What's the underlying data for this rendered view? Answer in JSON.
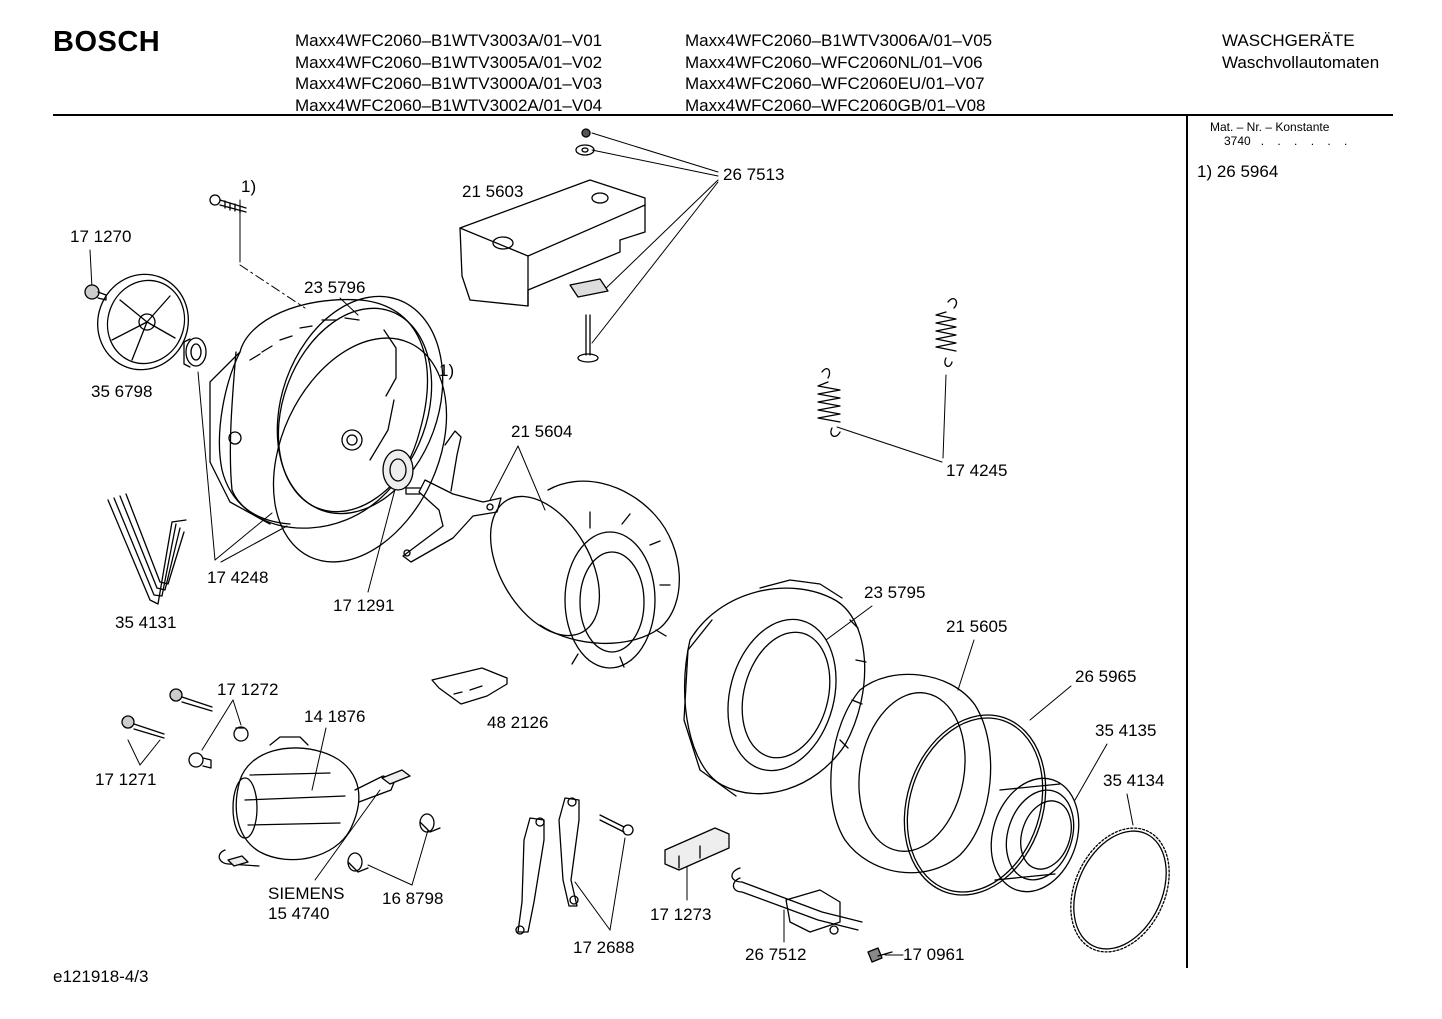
{
  "header": {
    "brand": "BOSCH",
    "models_col1": [
      "Maxx4WFC2060–B1WTV3003A/01–V01",
      "Maxx4WFC2060–B1WTV3005A/01–V02",
      "Maxx4WFC2060–B1WTV3000A/01–V03",
      "Maxx4WFC2060–B1WTV3002A/01–V04"
    ],
    "models_col2": [
      "Maxx4WFC2060–B1WTV3006A/01–V05",
      "Maxx4WFC2060–WFC2060NL/01–V06",
      "Maxx4WFC2060–WFC2060EU/01–V07",
      "Maxx4WFC2060–WFC2060GB/01–V08"
    ],
    "category": "WASCHGERÄTE",
    "subcategory": "Waschvollautomaten"
  },
  "sidebar": {
    "mat_label": "Mat. – Nr. – Konstante",
    "mat_value": "3740",
    "mat_dots": ". . . . . .",
    "note": "1)  26 5964"
  },
  "footer": {
    "drawing_code": "e121918-4/3"
  },
  "parts": {
    "p1": "1)",
    "p2": "17 1270",
    "p3": "21 5603",
    "p4": "26 7513",
    "p5": "23 5796",
    "p6": "1)",
    "p7": "35 6798",
    "p8": "21 5604",
    "p9": "17 4245",
    "p10": "17 4248",
    "p11": "17 1291",
    "p12": "35 4131",
    "p13": "23 5795",
    "p14": "21 5605",
    "p15": "26 5965",
    "p16": "48 2126",
    "p17": "17 1272",
    "p18": "14 1876",
    "p19": "35 4135",
    "p20": "17 1271",
    "p21": "35 4134",
    "p22": "SIEMENS",
    "p23": "15 4740",
    "p24": "16 8798",
    "p25": "17 1273",
    "p26": "17 2688",
    "p27": "26 7512",
    "p28": "17 0961"
  }
}
